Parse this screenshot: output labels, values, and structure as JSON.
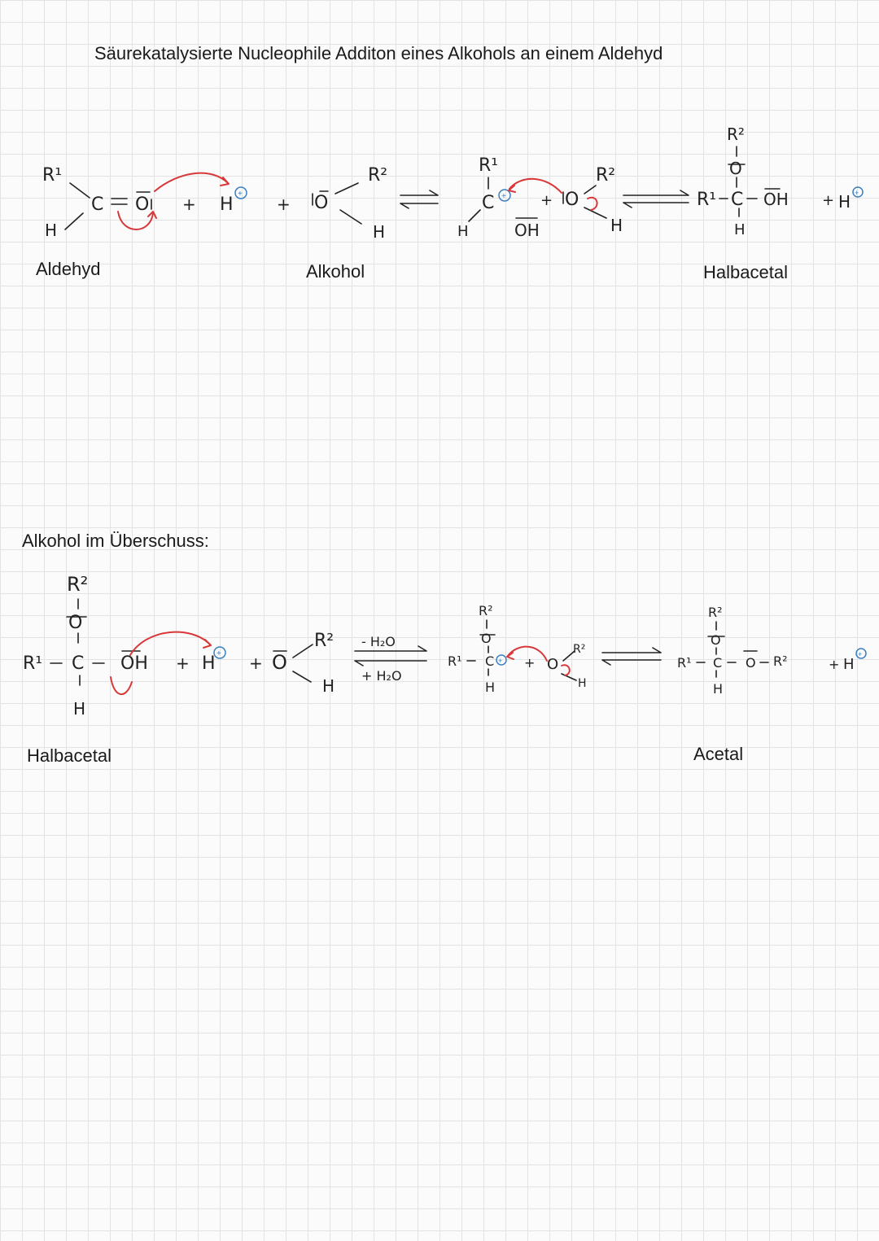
{
  "title": "Säurekatalysierte Nucleophile Additon eines Alkohols an einem Aldehyd",
  "row1_labels": {
    "aldehyd": "Aldehyd",
    "alkohol": "Alkohol",
    "halbacetal": "Halbacetal"
  },
  "section2_heading": "Alkohol im Überschuss:",
  "row2_labels": {
    "halbacetal": "Halbacetal",
    "acetal": "Acetal"
  },
  "annotations": {
    "minus_water": "- H₂O",
    "plus_water": "+ H₂O"
  },
  "colors": {
    "arrow": "#d8383a",
    "charge": "#3a7fc0",
    "grid": "#e3e3e3"
  }
}
